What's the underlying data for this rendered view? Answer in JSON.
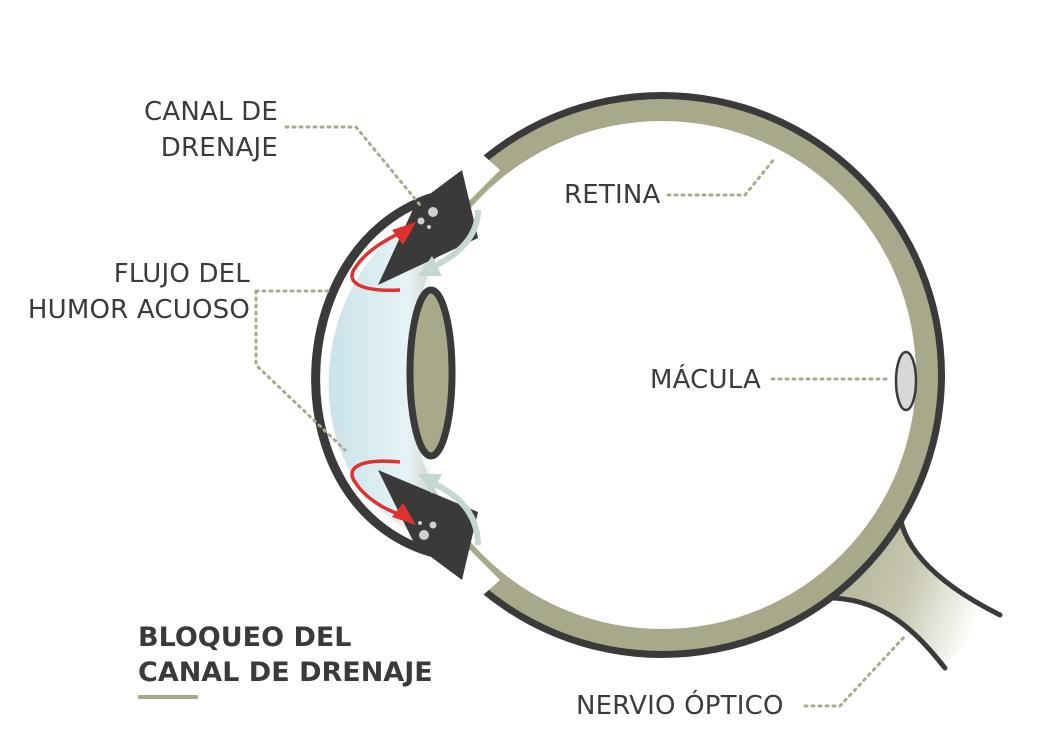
{
  "labels": {
    "canal_line1": "CANAL DE",
    "canal_line2": "DRENAJE",
    "retina": "RETINA",
    "flujo_line1": "FLUJO DEL",
    "flujo_line2": "HUMOR ACUOSO",
    "macula": "MÁCULA",
    "nervio": "NERVIO ÓPTICO"
  },
  "title": {
    "line1": "BLOQUEO DEL",
    "line2": "CANAL DE DRENAJE"
  },
  "colors": {
    "outline": "#3a3a3a",
    "retina": "#a8a88a",
    "arrow_red": "#e03030",
    "arrow_light": "#c5d8d0",
    "leader": "#a9ab90",
    "cornea_tint": "#dfeff2",
    "macula": "#d8d8d8"
  }
}
